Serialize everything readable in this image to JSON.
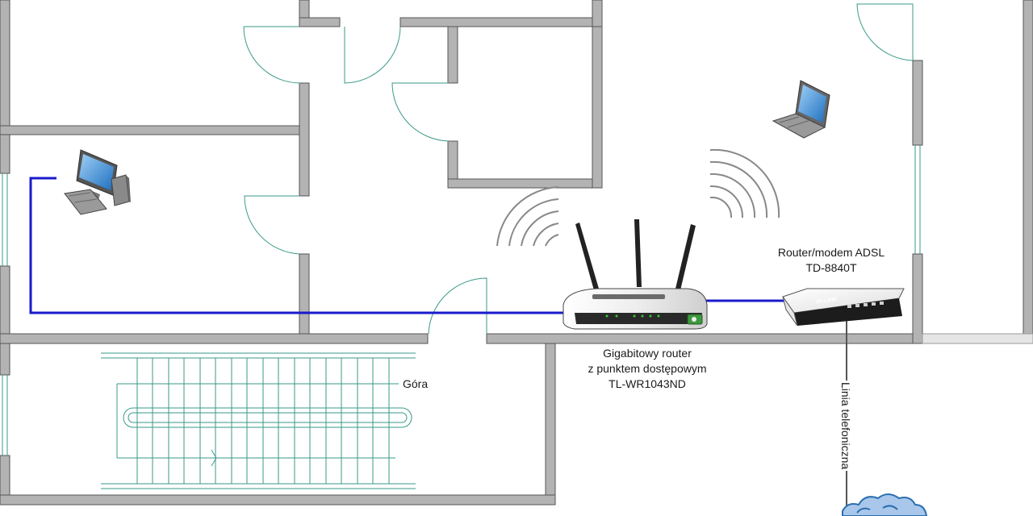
{
  "adsl_modem": {
    "title": "Router/modem ADSL",
    "model": "TD-8840T",
    "brand": "TP-LINK"
  },
  "main_router": {
    "line1": "Gigabitowy router",
    "line2": "z punktem dostępowym",
    "line3": "TL-WR1043ND"
  },
  "phone_line": {
    "label": "Linia telefoniczna"
  },
  "stairs": {
    "label": "Góra"
  },
  "colors": {
    "wall_fill": "#b3b3b3",
    "wall_stroke": "#555555",
    "door_swing": "#3a9a8a",
    "ethernet_cable": "#1a1acc",
    "phone_cable": "#555555",
    "cloud": "#2a6fb0"
  },
  "icons": {
    "desktop": "desktop-computer-icon",
    "laptop": "laptop-icon",
    "router": "wifi-router-icon",
    "modem": "adsl-modem-icon",
    "cloud": "internet-cloud-icon"
  }
}
